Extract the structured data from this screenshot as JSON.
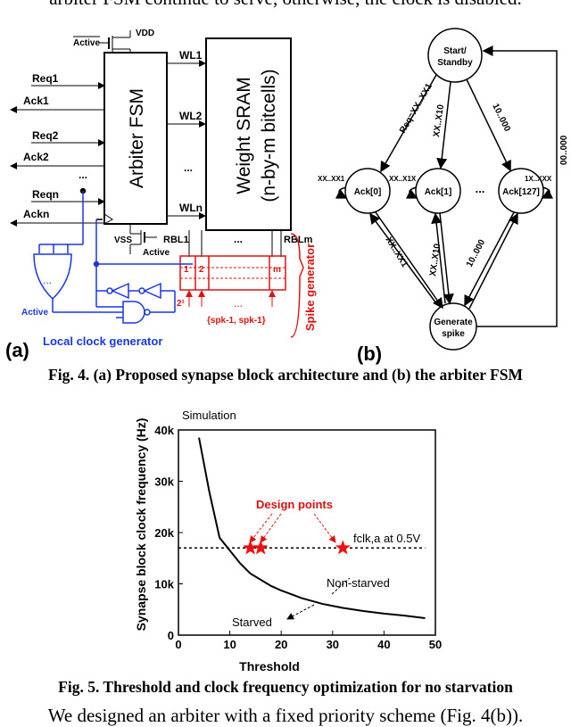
{
  "body_text": {
    "top_line": "arbiter FSM continue to serve, otherwise, the clock is disabled.",
    "bottom_line": "We designed an arbiter with a fixed priority scheme (Fig. 4(b))."
  },
  "fig4": {
    "caption": "Fig. 4. (a) Proposed synapse block architecture and (b) the arbiter FSM",
    "panel_a": {
      "label": "(a)",
      "active_bar": "Active",
      "vdd": "VDD",
      "vss": "VSS",
      "active_bottom": "Active",
      "signals": {
        "req1": "Req1",
        "ack1": "Ack1",
        "req2": "Req2",
        "ack2": "Ack2",
        "reqn": "Reqn",
        "ackn": "Ackn"
      },
      "arbiter_label": "Arbiter FSM",
      "wordlines": [
        "WL1",
        "WL2",
        "WLn"
      ],
      "sram_line1": "Weight SRAM",
      "sram_line2": "(n-by-m bitcells)",
      "rbl1": "RBL1",
      "rblm": "RBLm",
      "spike_cells": [
        "1",
        "2",
        "m"
      ],
      "spike_in": "2¹",
      "spike_bus": "{spk-1, spk-1}",
      "spike_generator": "Spike generator",
      "active_blue": "Active",
      "local_clock": "Local clock generator",
      "ellipsis": "..."
    },
    "panel_b": {
      "label": "(b)",
      "states": {
        "start": [
          "Start/",
          "Standby"
        ],
        "ack0": "Ack[0]",
        "ack1": "Ack[1]",
        "ack127": "Ack[127]",
        "gen": [
          "Generate",
          "spike"
        ]
      },
      "transitions": {
        "t1": "Req=XX..XX1",
        "t2": "XX..X10",
        "t3": "10..000",
        "t4": "00..000",
        "self0": "XX..XX1",
        "self1": "XX..X1X",
        "self127": "1X..XXX",
        "g1": "XX..XX1",
        "g2": "XX..X10",
        "g3": "10..000"
      },
      "dots": "..."
    }
  },
  "fig5": {
    "caption": "Fig. 5. Threshold and clock frequency optimization for no starvation",
    "simulation_label": "Simulation",
    "design_points_label": "Design points",
    "fclk_label": "fclk,a at 0.5V",
    "non_starved": "Non-starved",
    "starved": "Starved"
  },
  "chart_data": {
    "type": "line",
    "title": "",
    "xlabel": "Threshold",
    "ylabel": "Synapse block clock frequency (Hz)",
    "xlim": [
      0,
      50
    ],
    "ylim": [
      0,
      40000
    ],
    "xticks": [
      0,
      10,
      20,
      30,
      40,
      50
    ],
    "yticks": [
      0,
      10000,
      20000,
      30000,
      40000
    ],
    "ytick_labels": [
      "0",
      "10k",
      "20k",
      "30k",
      "40k"
    ],
    "grid": false,
    "series": [
      {
        "x": [
          4,
          6,
          8,
          10,
          12,
          14,
          16,
          18,
          20,
          24,
          28,
          32,
          36,
          40,
          44,
          48
        ],
        "values": [
          38500,
          28000,
          19000,
          16500,
          14000,
          12000,
          10800,
          9600,
          8700,
          7200,
          6100,
          5300,
          4700,
          4200,
          3800,
          3300
        ],
        "style": "solid"
      }
    ],
    "reference_line": {
      "y": 17000,
      "x_range": [
        0,
        48
      ],
      "style": "dotted"
    },
    "markers": [
      {
        "x": 14,
        "y": 17000,
        "shape": "star",
        "color": "#e11"
      },
      {
        "x": 16,
        "y": 17000,
        "shape": "star",
        "color": "#e11"
      },
      {
        "x": 32,
        "y": 17000,
        "shape": "star",
        "color": "#e11"
      }
    ]
  },
  "colors": {
    "blue": "#1a36e0",
    "red": "#e01010"
  }
}
